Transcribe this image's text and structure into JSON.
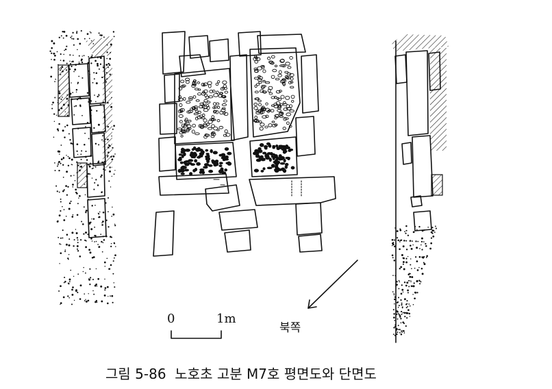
{
  "scale": {
    "zero_label": "0",
    "max_label": "1m"
  },
  "north": {
    "label": "북쪽"
  },
  "caption": {
    "text": "그림 5-86  노호초 고분 M7호 평면도와 단면도"
  }
}
